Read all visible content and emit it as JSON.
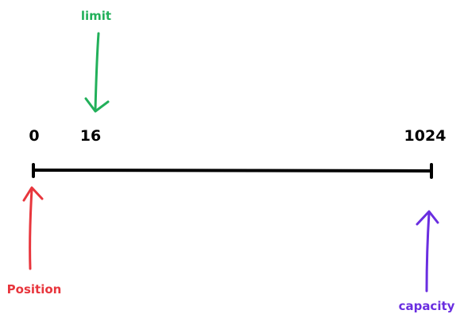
{
  "buffer": {
    "ticks": {
      "start": "0",
      "limit_value": "16",
      "end": "1024"
    },
    "pointers": {
      "limit": {
        "label": "limit",
        "color": "#22b05a"
      },
      "position": {
        "label": "Position",
        "color": "#e8363d"
      },
      "capacity": {
        "label": "capacity",
        "color": "#6a2ee0"
      }
    },
    "line_color": "#000000"
  }
}
